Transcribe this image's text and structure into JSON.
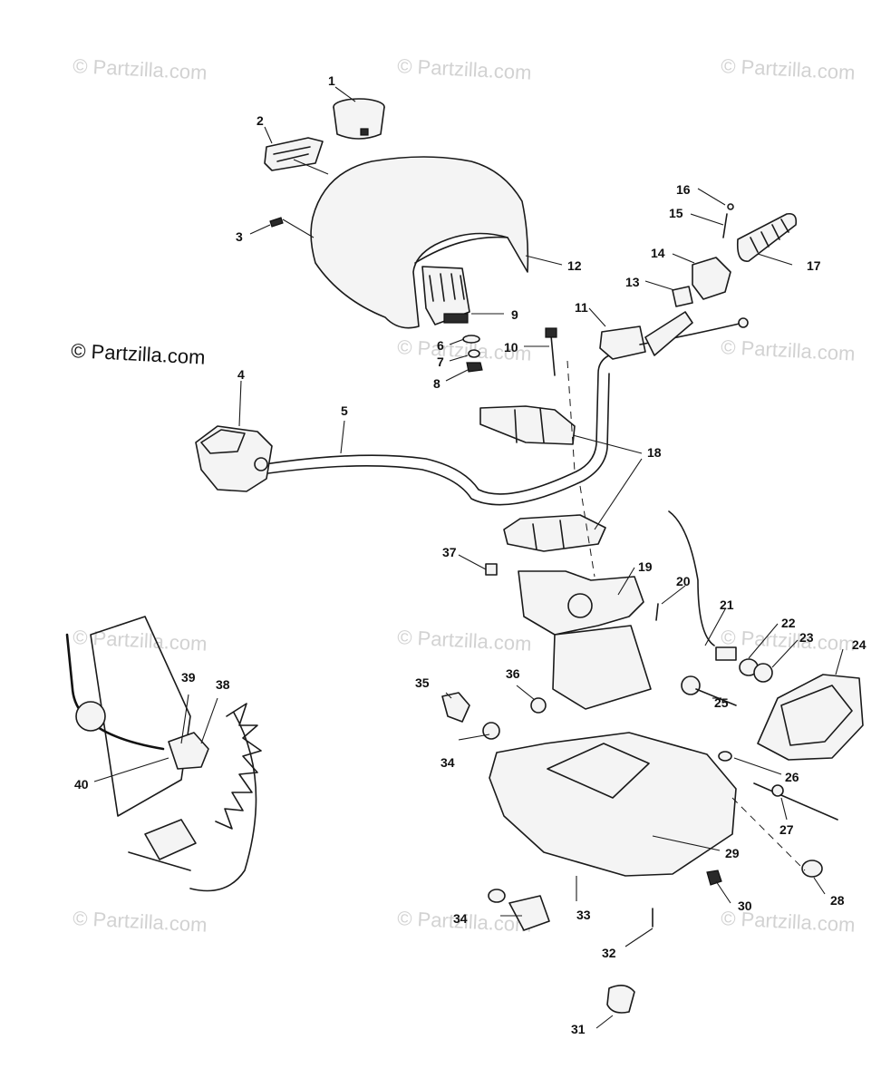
{
  "watermarks": [
    "© Partzilla.com",
    "© Partzilla.com",
    "© Partzilla.com",
    "© Partzilla.com",
    "© Partzilla.com",
    "© Partzilla.com",
    "© Partzilla.com",
    "© Partzilla.com",
    "© Partzilla.com",
    "© Partzilla.com",
    "© Partzilla.com"
  ],
  "watermark_main": "© Partzilla.com",
  "callouts": {
    "c1": "1",
    "c2": "2",
    "c3": "3",
    "c4": "4",
    "c5": "5",
    "c6": "6",
    "c7": "7",
    "c8": "8",
    "c9": "9",
    "c10": "10",
    "c11": "11",
    "c12": "12",
    "c13": "13",
    "c14": "14",
    "c15": "15",
    "c16": "16",
    "c17": "17",
    "c18": "18",
    "c19": "19",
    "c20": "20",
    "c21": "21",
    "c22": "22",
    "c23": "23",
    "c24": "24",
    "c25": "25",
    "c26": "26",
    "c27": "27",
    "c28": "28",
    "c29": "29",
    "c30": "30",
    "c31": "31",
    "c32": "32",
    "c33": "33",
    "c34a": "34",
    "c34b": "34",
    "c35": "35",
    "c36": "36",
    "c37": "37",
    "c38": "38",
    "c39": "39",
    "c40": "40"
  }
}
